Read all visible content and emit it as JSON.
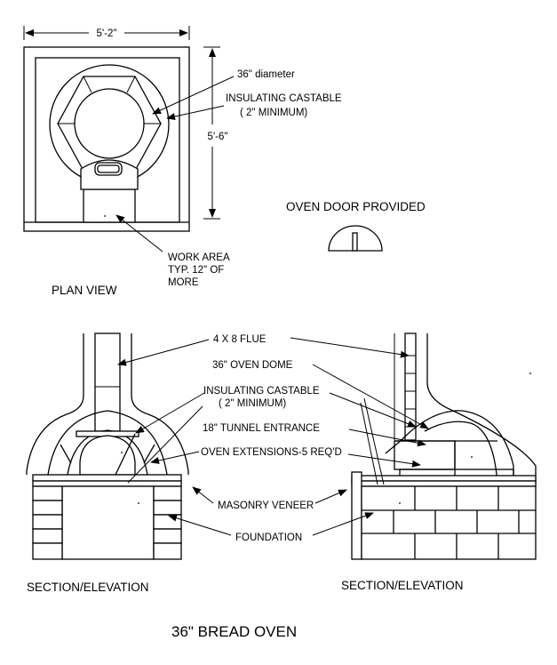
{
  "title": "36\" BREAD OVEN",
  "plan": {
    "label": "PLAN VIEW",
    "width_dim": "5'-2\"",
    "depth_dim": "5'-6\"",
    "callouts": {
      "diameter": "36\" diameter",
      "castable_line1": "INSULATING CASTABLE",
      "castable_line2": "( 2\" MINIMUM)",
      "work_line1": "WORK AREA",
      "work_line2": "TYP. 12\" OF",
      "work_line3": "MORE"
    }
  },
  "door": {
    "label": "OVEN DOOR PROVIDED"
  },
  "section": {
    "left_label": "SECTION/ELEVATION",
    "right_label": "SECTION/ELEVATION",
    "callouts": {
      "flue": "4 X 8 FLUE",
      "dome": "36\" OVEN DOME",
      "castable_line1": "INSULATING CASTABLE",
      "castable_line2": "( 2\" MINIMUM)",
      "tunnel": "18\" TUNNEL ENTRANCE",
      "extensions": "OVEN EXTENSIONS-5 REQ'D",
      "veneer": "MASONRY VENEER",
      "foundation": "FOUNDATION"
    }
  }
}
